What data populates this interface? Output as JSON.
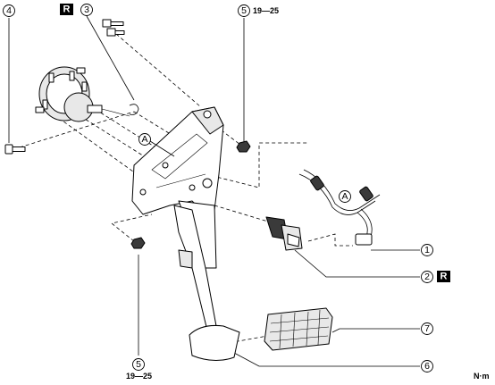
{
  "callouts": [
    {
      "id": "1",
      "label": "1"
    },
    {
      "id": "2",
      "label": "2"
    },
    {
      "id": "3",
      "label": "3"
    },
    {
      "id": "4",
      "label": "4"
    },
    {
      "id": "5-top",
      "label": "5"
    },
    {
      "id": "5-bottom",
      "label": "5"
    },
    {
      "id": "6",
      "label": "6"
    },
    {
      "id": "7",
      "label": "7"
    }
  ],
  "ref_markers": [
    {
      "id": "a-bracket",
      "label": "A"
    },
    {
      "id": "a-harness",
      "label": "A"
    }
  ],
  "replace_markers": [
    {
      "id": "r-top",
      "label": "R"
    },
    {
      "id": "r-switch",
      "label": "R"
    }
  ],
  "torque": {
    "top": "19—25",
    "bottom": "19—25",
    "unit": "N·m"
  }
}
